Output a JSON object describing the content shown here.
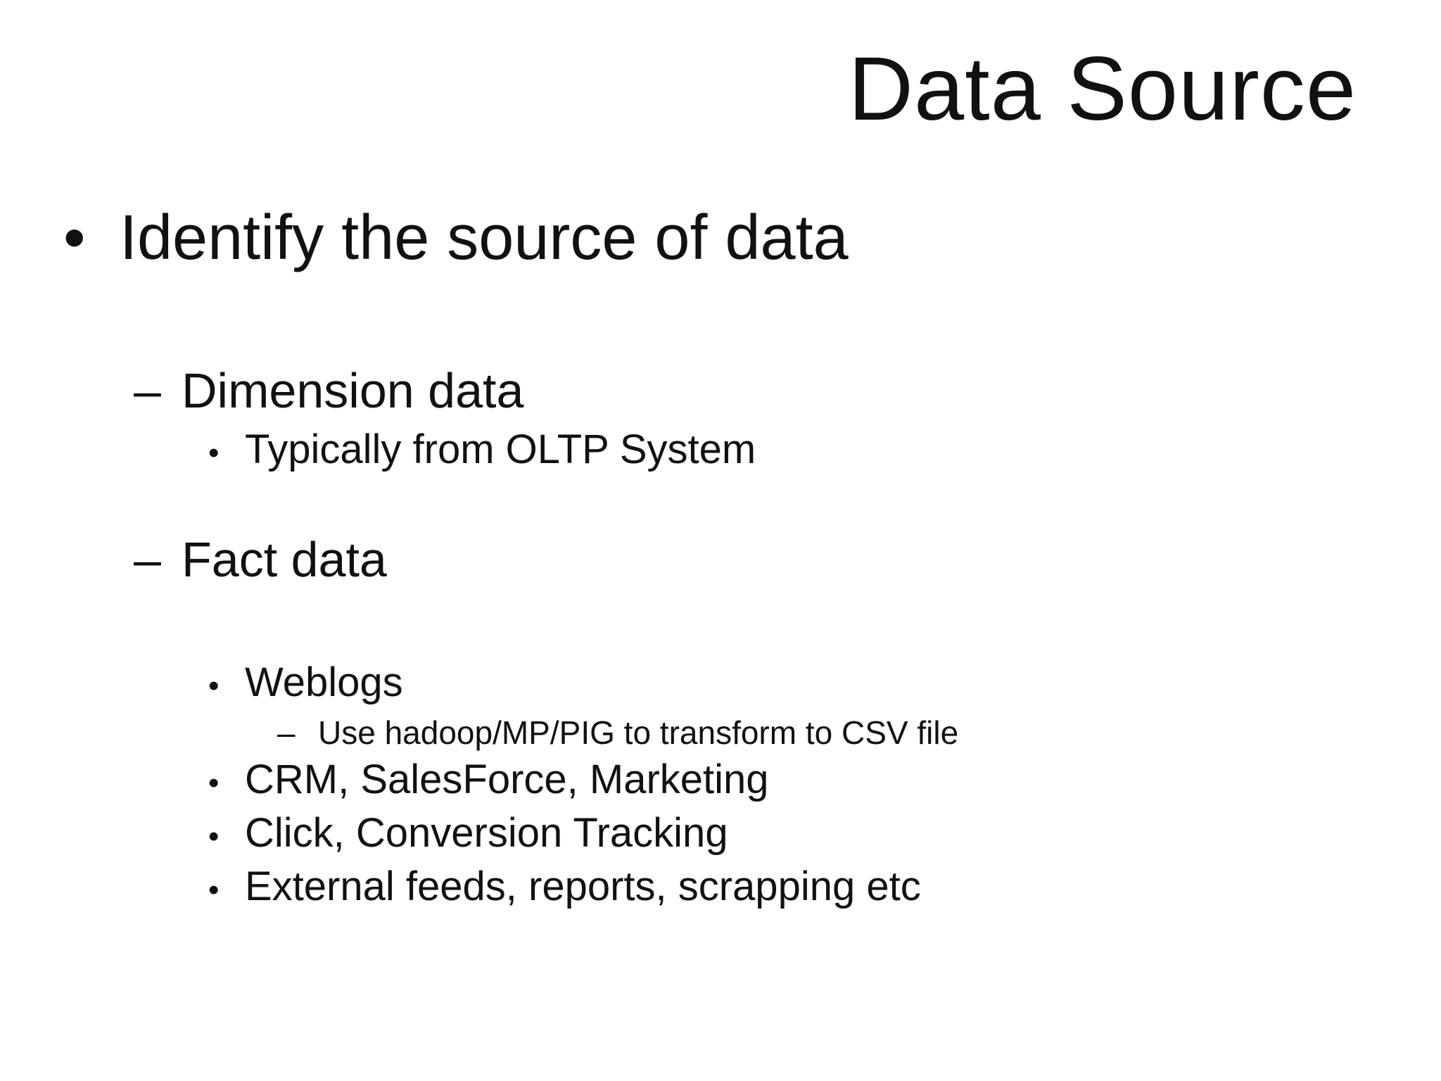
{
  "slide": {
    "title": "Data Source",
    "bullets": {
      "main": {
        "marker": "•",
        "text": "Identify the source of data"
      },
      "dimension": {
        "marker": "–",
        "text": "Dimension data"
      },
      "dimension_sub": {
        "marker": "•",
        "text": "Typically from OLTP System"
      },
      "fact": {
        "marker": "–",
        "text": "Fact data"
      },
      "weblogs": {
        "marker": "•",
        "text": "Weblogs"
      },
      "weblogs_sub": {
        "marker": "–",
        "text": "Use hadoop/MP/PIG to transform to CSV file"
      },
      "crm": {
        "marker": "•",
        "text": "CRM, SalesForce, Marketing"
      },
      "click": {
        "marker": "•",
        "text": "Click, Conversion Tracking"
      },
      "external": {
        "marker": "•",
        "text": "External feeds, reports, scrapping etc"
      }
    }
  }
}
